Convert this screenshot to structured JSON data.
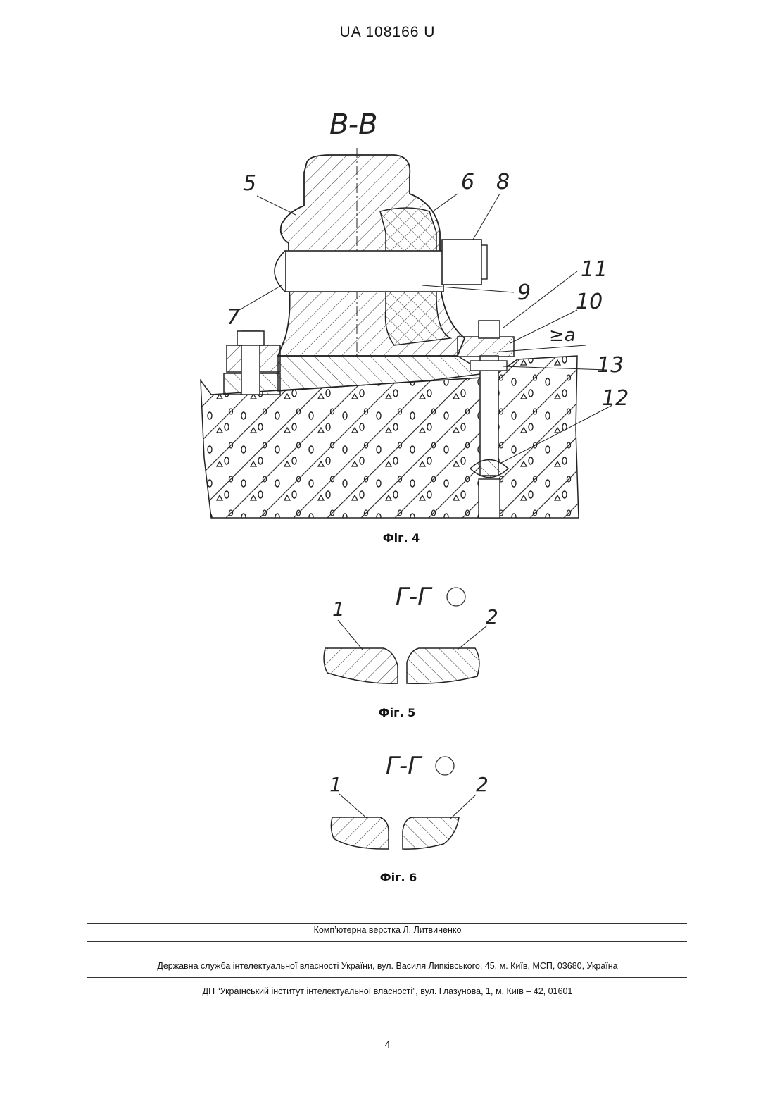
{
  "header": {
    "doc_id": "UA   108166   U"
  },
  "fig4": {
    "section": "B-B",
    "caption": "Фіг. 4",
    "labels": {
      "l5": "5",
      "l6": "6",
      "l8": "8",
      "l11": "11",
      "l10": "10",
      "l9": "9",
      "l7": "7",
      "l13": "13",
      "l12": "12",
      "la": "≥a"
    }
  },
  "fig5": {
    "section": "Г-Г",
    "caption": "Фіг. 5",
    "labels": {
      "l1": "1",
      "l2": "2"
    }
  },
  "fig6": {
    "section": "Г-Г",
    "caption": "Фіг. 6",
    "labels": {
      "l1": "1",
      "l2": "2"
    }
  },
  "footer": {
    "typesetting": "Комп’ютерна верстка Л. Литвиненко",
    "agency": "Державна служба інтелектуальної власності України, вул. Василя Липківського, 45, м. Київ, МСП, 03680, Україна",
    "institute": "ДП “Український інститут інтелектуальної власності”, вул. Глазунова, 1, м. Київ – 42, 01601",
    "page_number": "4"
  }
}
